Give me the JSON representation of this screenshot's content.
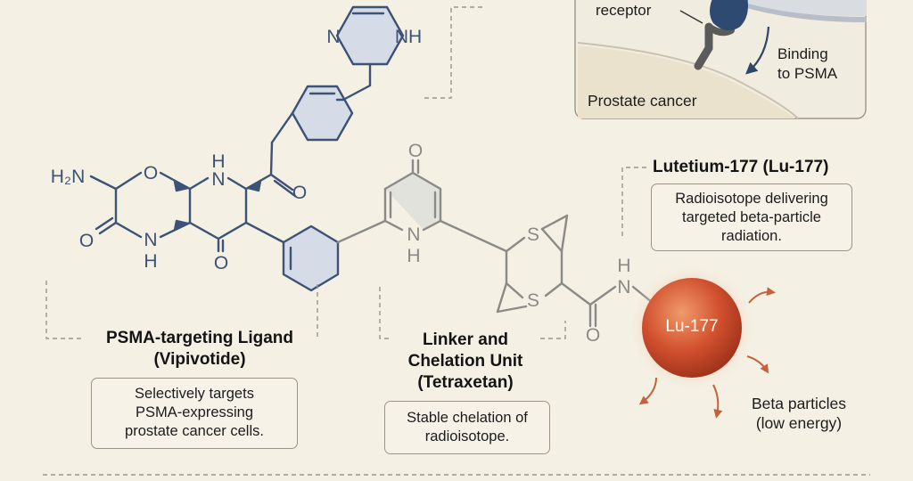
{
  "ligand": {
    "title_lines": [
      "PSMA-targeting Ligand",
      "(Vipivotide)"
    ],
    "desc_lines": [
      "Selectively targets",
      "PSMA-expressing",
      "prostate cancer cells."
    ],
    "color": "#3c5276"
  },
  "linker": {
    "title_lines": [
      "Linker and",
      "Chelation Unit",
      "(Tetraxetan)"
    ],
    "desc_lines": [
      "Stable chelation of",
      "radioisotope."
    ],
    "color": "#8a8a86"
  },
  "isotope": {
    "title": "Lutetium-177 (Lu-177)",
    "desc_lines": [
      "Radioisotope delivering",
      "targeted beta-particle",
      "radiation."
    ],
    "sphere_label": "Lu-177",
    "color": "#c9482c"
  },
  "beta": {
    "lines": [
      "Beta particles",
      "(low energy)"
    ],
    "color": "#c4623c"
  },
  "inset": {
    "receptor_label": "receptor",
    "binding_lines": [
      "Binding",
      "to PSMA"
    ],
    "cell_label": "Prostate cancer"
  },
  "atoms": {
    "nh": "NH",
    "n": "N",
    "h2n": "H₂N",
    "o": "O",
    "h": "H",
    "s": "S"
  }
}
